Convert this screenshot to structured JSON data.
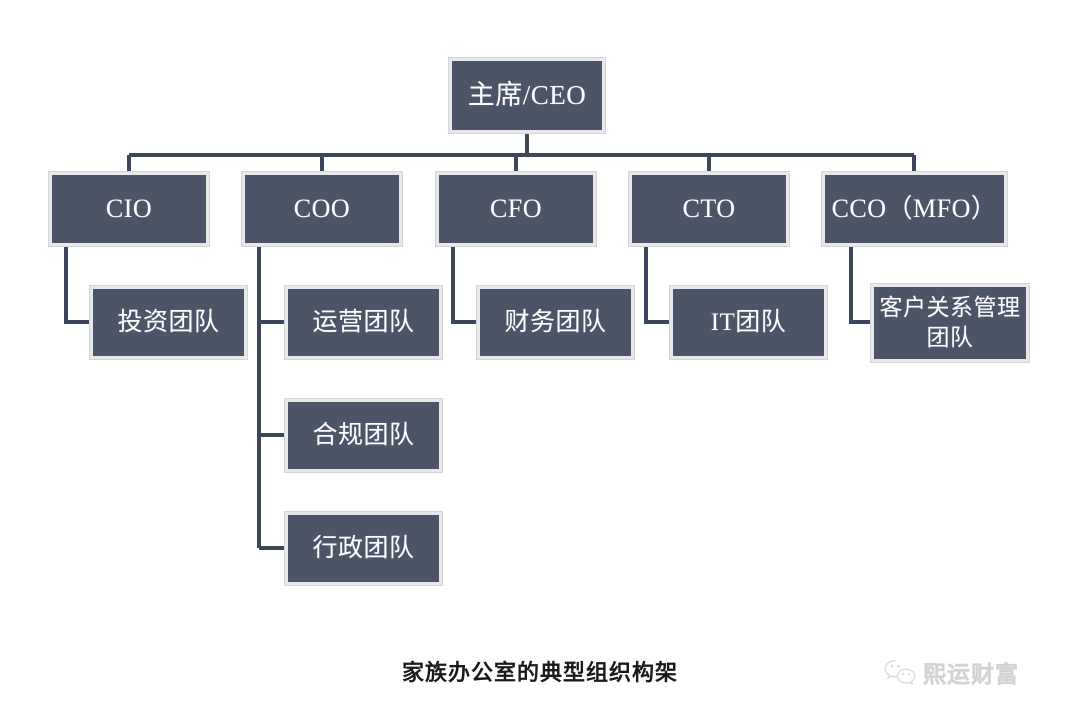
{
  "document": {
    "caption": "家族办公室的典型组织构架",
    "background_color": "#ffffff"
  },
  "theme": {
    "node_fill": "#4c5568",
    "node_border": "#e8e8ea",
    "node_text": "#fdfdfd",
    "connector_color": "#3d465a",
    "caption_color": "#1a1a1a",
    "watermark_color": "#b9b9bd"
  },
  "chart_data": {
    "type": "diagram",
    "diagram_kind": "org-chart",
    "title": "家族办公室的典型组织构架",
    "root": "主席/CEO",
    "nodes": [
      {
        "id": "ceo",
        "label": "主席/CEO",
        "level": 1,
        "parent": null
      },
      {
        "id": "cio",
        "label": "CIO",
        "level": 2,
        "parent": "ceo"
      },
      {
        "id": "coo",
        "label": "COO",
        "level": 2,
        "parent": "ceo"
      },
      {
        "id": "cfo",
        "label": "CFO",
        "level": 2,
        "parent": "ceo"
      },
      {
        "id": "cto",
        "label": "CTO",
        "level": 2,
        "parent": "ceo"
      },
      {
        "id": "cco",
        "label": "CCO（MFO）",
        "level": 2,
        "parent": "ceo"
      },
      {
        "id": "invest",
        "label": "投资团队",
        "level": 3,
        "parent": "cio"
      },
      {
        "id": "ops",
        "label": "运营团队",
        "level": 3,
        "parent": "coo"
      },
      {
        "id": "compliance",
        "label": "合规团队",
        "level": 3,
        "parent": "coo"
      },
      {
        "id": "admin",
        "label": "行政团队",
        "level": 3,
        "parent": "coo"
      },
      {
        "id": "finance",
        "label": "财务团队",
        "level": 3,
        "parent": "cfo"
      },
      {
        "id": "it",
        "label": "IT团队",
        "level": 3,
        "parent": "cto"
      },
      {
        "id": "crm",
        "label": "客户关系管理团队",
        "level": 3,
        "parent": "cco"
      }
    ],
    "edges": [
      {
        "from": "ceo",
        "to": "cio"
      },
      {
        "from": "ceo",
        "to": "coo"
      },
      {
        "from": "ceo",
        "to": "cfo"
      },
      {
        "from": "ceo",
        "to": "cto"
      },
      {
        "from": "ceo",
        "to": "cco"
      },
      {
        "from": "cio",
        "to": "invest"
      },
      {
        "from": "coo",
        "to": "ops"
      },
      {
        "from": "coo",
        "to": "compliance"
      },
      {
        "from": "coo",
        "to": "admin"
      },
      {
        "from": "cfo",
        "to": "finance"
      },
      {
        "from": "cto",
        "to": "it"
      },
      {
        "from": "cco",
        "to": "crm"
      }
    ]
  },
  "boxes": {
    "ceo": {
      "label": "主席/CEO"
    },
    "cio": {
      "label": "CIO"
    },
    "coo": {
      "label": "COO"
    },
    "cfo": {
      "label": "CFO"
    },
    "cto": {
      "label": "CTO"
    },
    "cco": {
      "label": "CCO（MFO）"
    },
    "invest": {
      "label": "投资团队"
    },
    "ops": {
      "label": "运营团队"
    },
    "compliance": {
      "label": "合规团队"
    },
    "admin": {
      "label": "行政团队"
    },
    "finance": {
      "label": "财务团队"
    },
    "it": {
      "label": "IT团队"
    },
    "crm": {
      "label_line1": "客户关系管理",
      "label_line2": "团队"
    }
  },
  "watermark": {
    "text": "熙运财富",
    "icon": "wechat-icon"
  }
}
